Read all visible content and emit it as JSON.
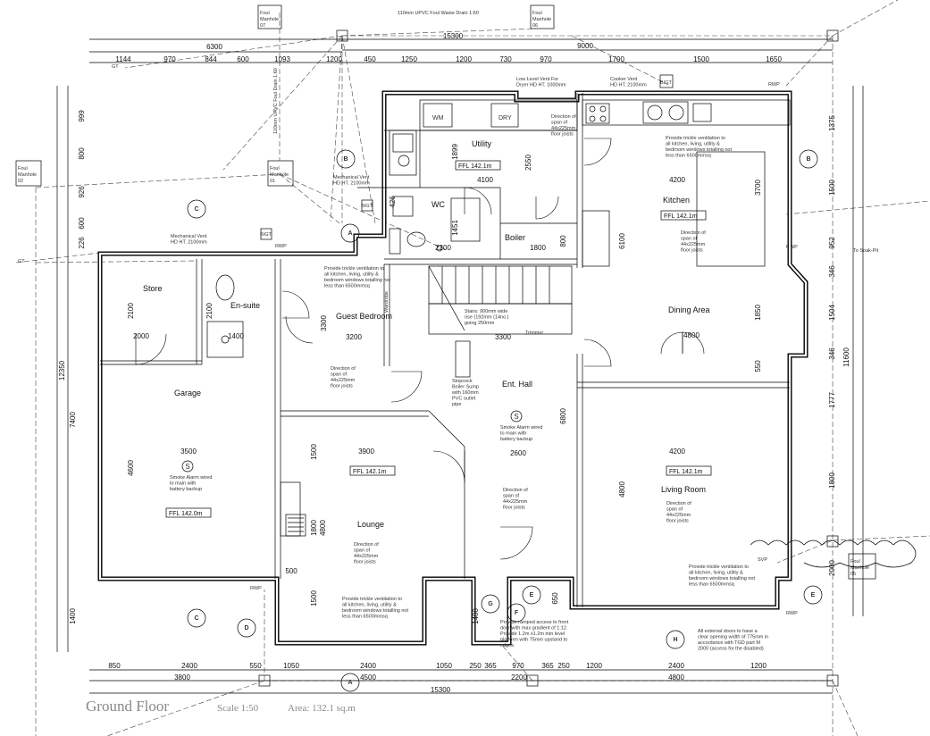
{
  "drain": {
    "top_label": "110mm UPVC Foul Waste Drain 1:60",
    "vertical_label": "110mm UPVC Foul Drain 1:60",
    "soakpit": "To Soak-Pit",
    "manholes": [
      "Foul Manhole 07",
      "Foul Manhole 06",
      "Foul Manhole 02",
      "Foul Manhole 01",
      "Foul Manhole 05"
    ],
    "gt": "GT",
    "rwp": "RWP",
    "svp": "SVP",
    "bigt": "BIGT"
  },
  "dims": {
    "top_total": "15300",
    "top_left": "6300",
    "top_right": "9000",
    "top_row": [
      "1144",
      "970",
      "844",
      "600",
      "1093",
      "1200",
      "450",
      "1250",
      "1200",
      "730",
      "970",
      "1700",
      "1500",
      "1650"
    ],
    "bottom_row": [
      "850",
      "2400",
      "550",
      "1050",
      "2400",
      "1050",
      "250",
      "365",
      "970",
      "365",
      "250",
      "1200",
      "2400",
      "1200"
    ],
    "bottom_mid": [
      "3800",
      "4500",
      "2200",
      "4800"
    ],
    "bottom_total": "15300",
    "left_col": [
      "999",
      "800",
      "926",
      "600",
      "226",
      "2100",
      "7400",
      "4600",
      "1400"
    ],
    "left_total": "12350",
    "right_col": [
      "1375",
      "1500",
      "952",
      "346",
      "1504",
      "346",
      "1777",
      "1800",
      "2000"
    ],
    "right_total": "11600",
    "inner": [
      "1899",
      "2550",
      "4100",
      "426",
      "2200",
      "1451",
      "1800",
      "800",
      "6100",
      "3700",
      "4200",
      "1850",
      "4800",
      "550",
      "2000",
      "1400",
      "3300",
      "3200",
      "3300",
      "6800",
      "2600",
      "3900",
      "1500",
      "1800",
      "4800",
      "3500",
      "500",
      "1500",
      "4200",
      "4800",
      "2100",
      "2100",
      "1400",
      "1400",
      "650"
    ]
  },
  "rooms": {
    "utility": "Utility",
    "wc": "WC",
    "boiler": "Boiler",
    "kitchen": "Kitchen",
    "dining": "Dining Area",
    "store": "Store",
    "ensuite": "En-suite",
    "guest": "Guest Bedroom",
    "wardrobe": "Wardrobe",
    "hall": "Ent. Hall",
    "garage": "Garage",
    "lounge": "Lounge",
    "living": "Living Room"
  },
  "fixtures": {
    "wm": "WM",
    "dry": "DRY",
    "s_mark": "S"
  },
  "ffl": {
    "utility": "FFL 142.1m",
    "kitchen": "FFL 142.1m",
    "lounge": "FFL 142.1m",
    "living": "FFL 142.1m",
    "garage": "FFL 142.0m"
  },
  "notes": {
    "low_vent": "Low Level Vent For\nDryer HD HT. 1000mm",
    "cooker_vent": "Cooker Vent\nHD HT. 2100mm",
    "mech_vent_1": "Mechanical Vent\nHD HT. 2100mm",
    "mech_vent_2": "Mechanical Vent\nHD HT. 2100mm",
    "joists": "Direction of\nspan of\n44x225mm\nfloor joists",
    "trickle_long": "Provide trickle ventilation to\nall kitchen, living, utility &\nbedroom windows totalling not\nless than 6500mmsq",
    "stairs": "Stairs: 900mm wide\nrise (192mm (14no.)\ngoing 250mm",
    "trimmer": "Trimmer",
    "smoke": "Smoke Alarm wired\nto main with\nbattery backup",
    "stopcock": "Stopcock\nBoiler Sump\nwith 160mm\nPVC outlet\npipe",
    "ramp": "Provide ramped access to front\ndoor with max gradient of 1:12.\nProvide 1.2m x1.2m min level\nplatform with 75mm upstand to\nedges.",
    "doors": "All external doors to have a\nclear opening width of 775mm in\naccordance with TGD part M\n2000 (access for the disabled)"
  },
  "sections": [
    "A",
    "B",
    "C",
    "D",
    "E",
    "F",
    "G",
    "H"
  ],
  "footer": {
    "title": "Ground Floor",
    "scale": "Scale 1:50",
    "area": "Area: 132.1 sq.m"
  }
}
